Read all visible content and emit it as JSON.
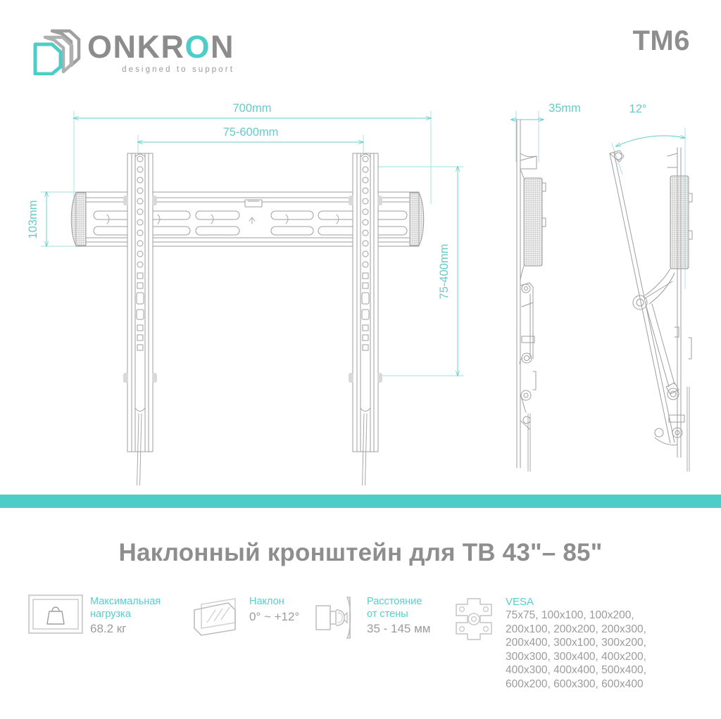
{
  "brand": {
    "name_part1": "ONKR",
    "name_accent": "O",
    "name_part2": "N",
    "tagline": "designed to support",
    "logo_icon": "onkron-cube-logo"
  },
  "model": "TM6",
  "colors": {
    "accent": "#4ecdc8",
    "dimension": "#64ccc9",
    "gray_text": "#8e8e8e",
    "line": "#9b9b9b"
  },
  "drawing": {
    "dimensions": {
      "overall_width": "700mm",
      "mount_width_range": "75-600mm",
      "rail_height": "103mm",
      "mount_height_range": "75-400mm",
      "wall_gap": "35mm",
      "tilt_angle": "12°"
    },
    "views": {
      "front": "front-view-wall-mount",
      "side": "side-view-flat",
      "tilted": "side-view-tilted-12deg"
    }
  },
  "title": "Наклонный кронштейн для ТВ 43\"– 85\"",
  "specs": [
    {
      "icon": "max-load-icon",
      "label": "Максимальная\nнагрузка",
      "value": "68.2 кг"
    },
    {
      "icon": "tilt-icon",
      "label": "Наклон",
      "value": "0° ~ +12°"
    },
    {
      "icon": "wall-distance-icon",
      "label": "Расстояние\nот стены",
      "value": "35 - 145 мм"
    }
  ],
  "vesa": {
    "icon": "vesa-plate-icon",
    "label": "VESA",
    "list": "75x75, 100x100, 100x200,\n200x100, 200x200, 200x300,\n200x400, 300x100, 300x200,\n300x300, 300x400,  400x200,\n400x300, 400x400, 500x400,\n600x200, 600x300, 600x400"
  }
}
